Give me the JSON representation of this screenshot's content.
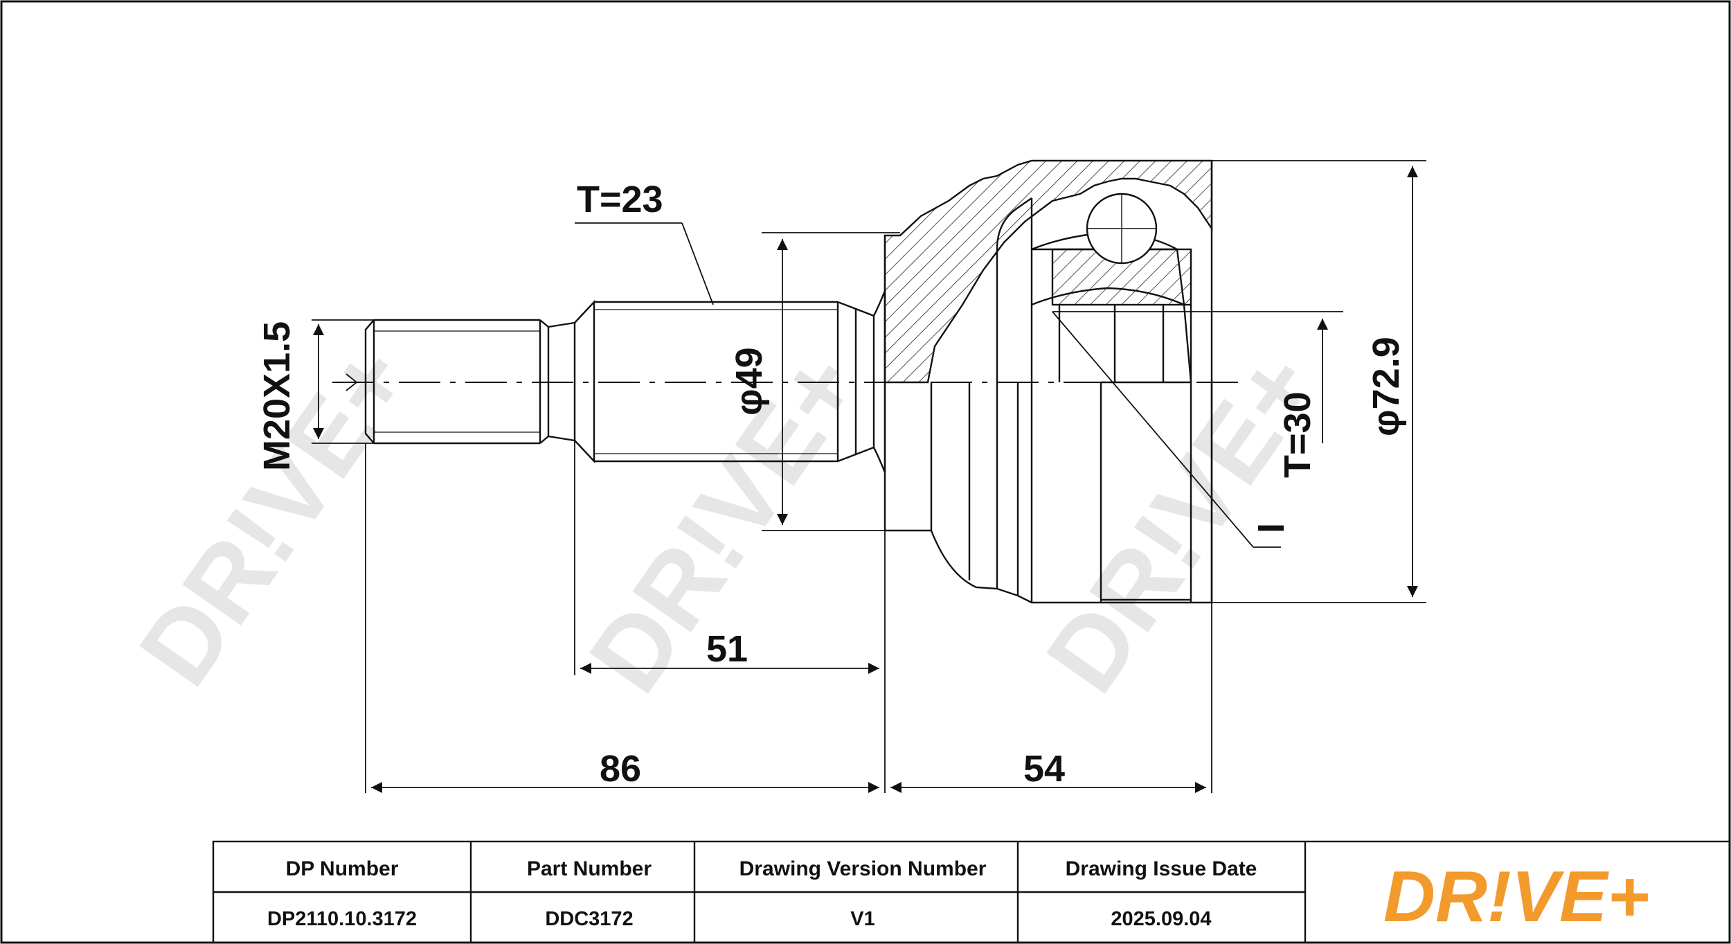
{
  "drawing": {
    "thread_label": "M20X1.5",
    "spline_left_label": "T=23",
    "spline_right_label": "T=30",
    "diameter_left_label": "φ49",
    "diameter_right_label": "φ72.9",
    "dim_51": "51",
    "dim_86": "86",
    "dim_54": "54",
    "marker_label": "I"
  },
  "watermark": {
    "text": "DR!VE+"
  },
  "title_block": {
    "headers": [
      "DP Number",
      "Part Number",
      "Drawing Version Number",
      "Drawing Issue Date"
    ],
    "values": [
      "DP2110.10.3172",
      "DDC3172",
      "V1",
      "2025.09.04"
    ]
  },
  "logo": {
    "text": "DR!VE+",
    "color": "#f39a2c"
  },
  "colors": {
    "line": "#111111",
    "watermark": "#e6e6e6",
    "accent": "#f39a2c"
  }
}
